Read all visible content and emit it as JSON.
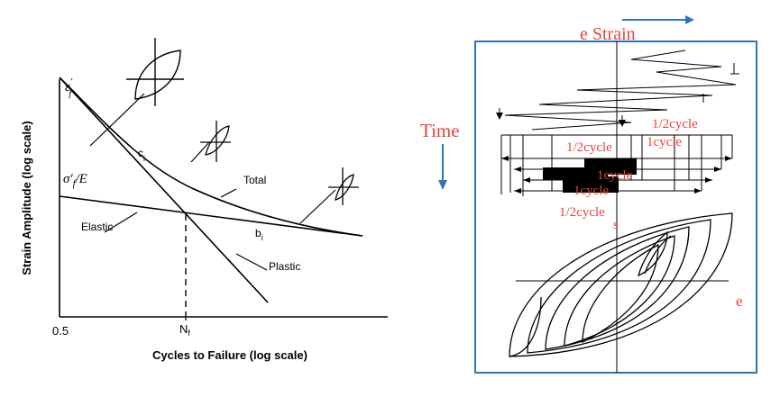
{
  "left_diagram": {
    "y_axis_label": "Strain Amplitude (log scale)",
    "x_axis_label": "Cycles to Failure (log scale)",
    "x_origin_tick": "0.5",
    "x_marker_tick": "N",
    "x_marker_sub": "f",
    "y_top_label": "ε",
    "y_top_sup": "′",
    "y_top_sub": "f",
    "y_mid_label": "σ′",
    "y_mid_sub": "f",
    "y_mid_suffix": "/E",
    "c_label": "c",
    "c_sub": "i",
    "b_label": "b",
    "b_sub": "i",
    "curve_total": "Total",
    "curve_elastic": "Elastic",
    "curve_plastic": "Plastic"
  },
  "right_diagram": {
    "colors": {
      "frame": "#2f73c4",
      "arrow": "#2f73c4",
      "label_red": "#e8423a"
    },
    "title_strain": "e Strain",
    "time_label": "Time",
    "half_cycle_1": "1/2cycle",
    "half_cycle_2": "1/2cycle",
    "half_cycle_3": "1/2cycle",
    "one_cycle_1": "1cycle",
    "one_cycle_2": "1cycle",
    "one_cycle_3": "1cycle",
    "stress_axis": "s",
    "strain_axis": "e"
  }
}
